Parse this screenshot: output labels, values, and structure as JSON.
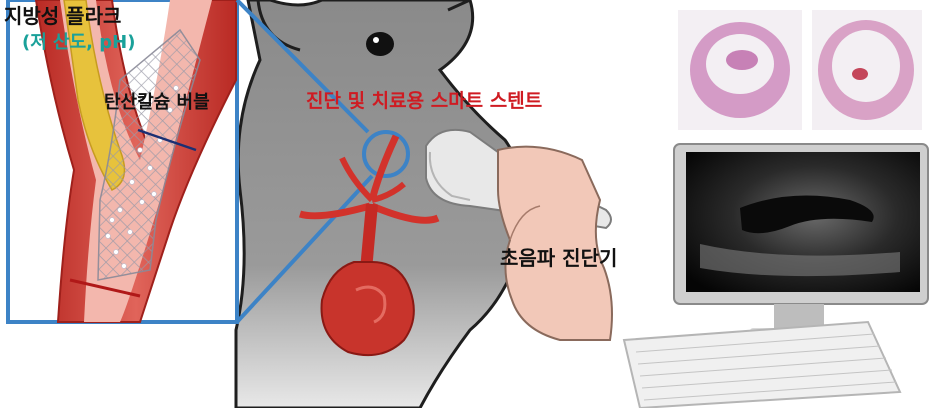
{
  "labels": {
    "plaque": "지방성 플라크",
    "plaque_condition": "(저 산도, pH)",
    "bubble": "탄산칼슘 버블",
    "smart_stent": "진단 및 치료용 스마트 스텐트",
    "ultrasound": "초음파 진단기"
  },
  "colors": {
    "frame_blue": "#3d83c6",
    "title_red": "#cf1b22",
    "teal": "#1aa19a",
    "vessel_red": "#c7362f",
    "plaque_yellow": "#e7c23c",
    "mouse_gray": "#8d8d8d"
  }
}
